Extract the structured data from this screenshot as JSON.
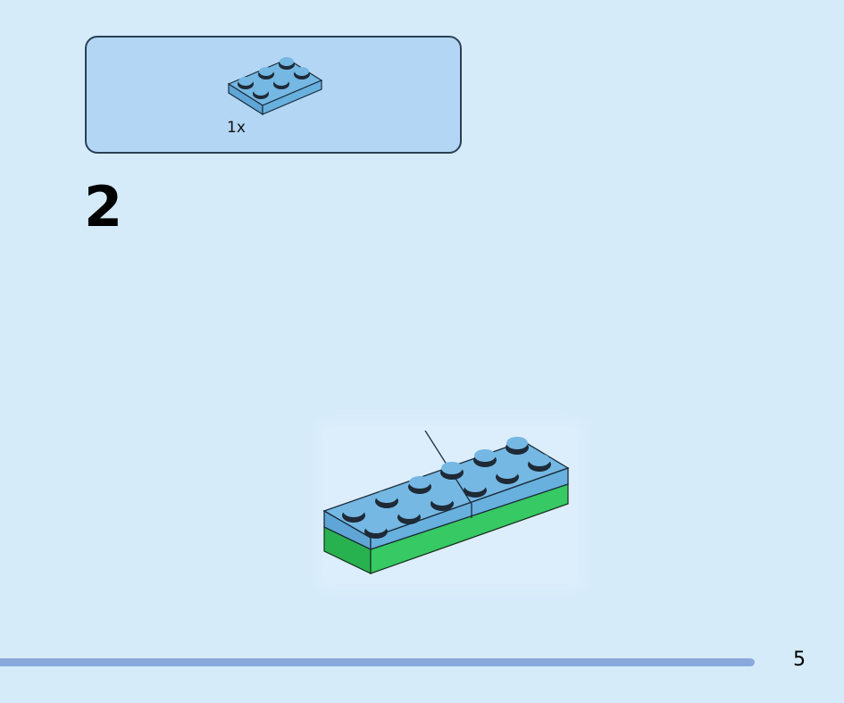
{
  "parts_list": {
    "items": [
      {
        "icon": "brick-2x3-plate-icon",
        "quantity": "1x",
        "color": "#74b8e3"
      }
    ]
  },
  "step": {
    "number": "2"
  },
  "build": {
    "icon": "assembled-model-icon",
    "top_color": "#74b8e3",
    "base_color": "#2fc25b"
  },
  "footer": {
    "page_number": "5",
    "progress_color": "#89a9dc"
  }
}
